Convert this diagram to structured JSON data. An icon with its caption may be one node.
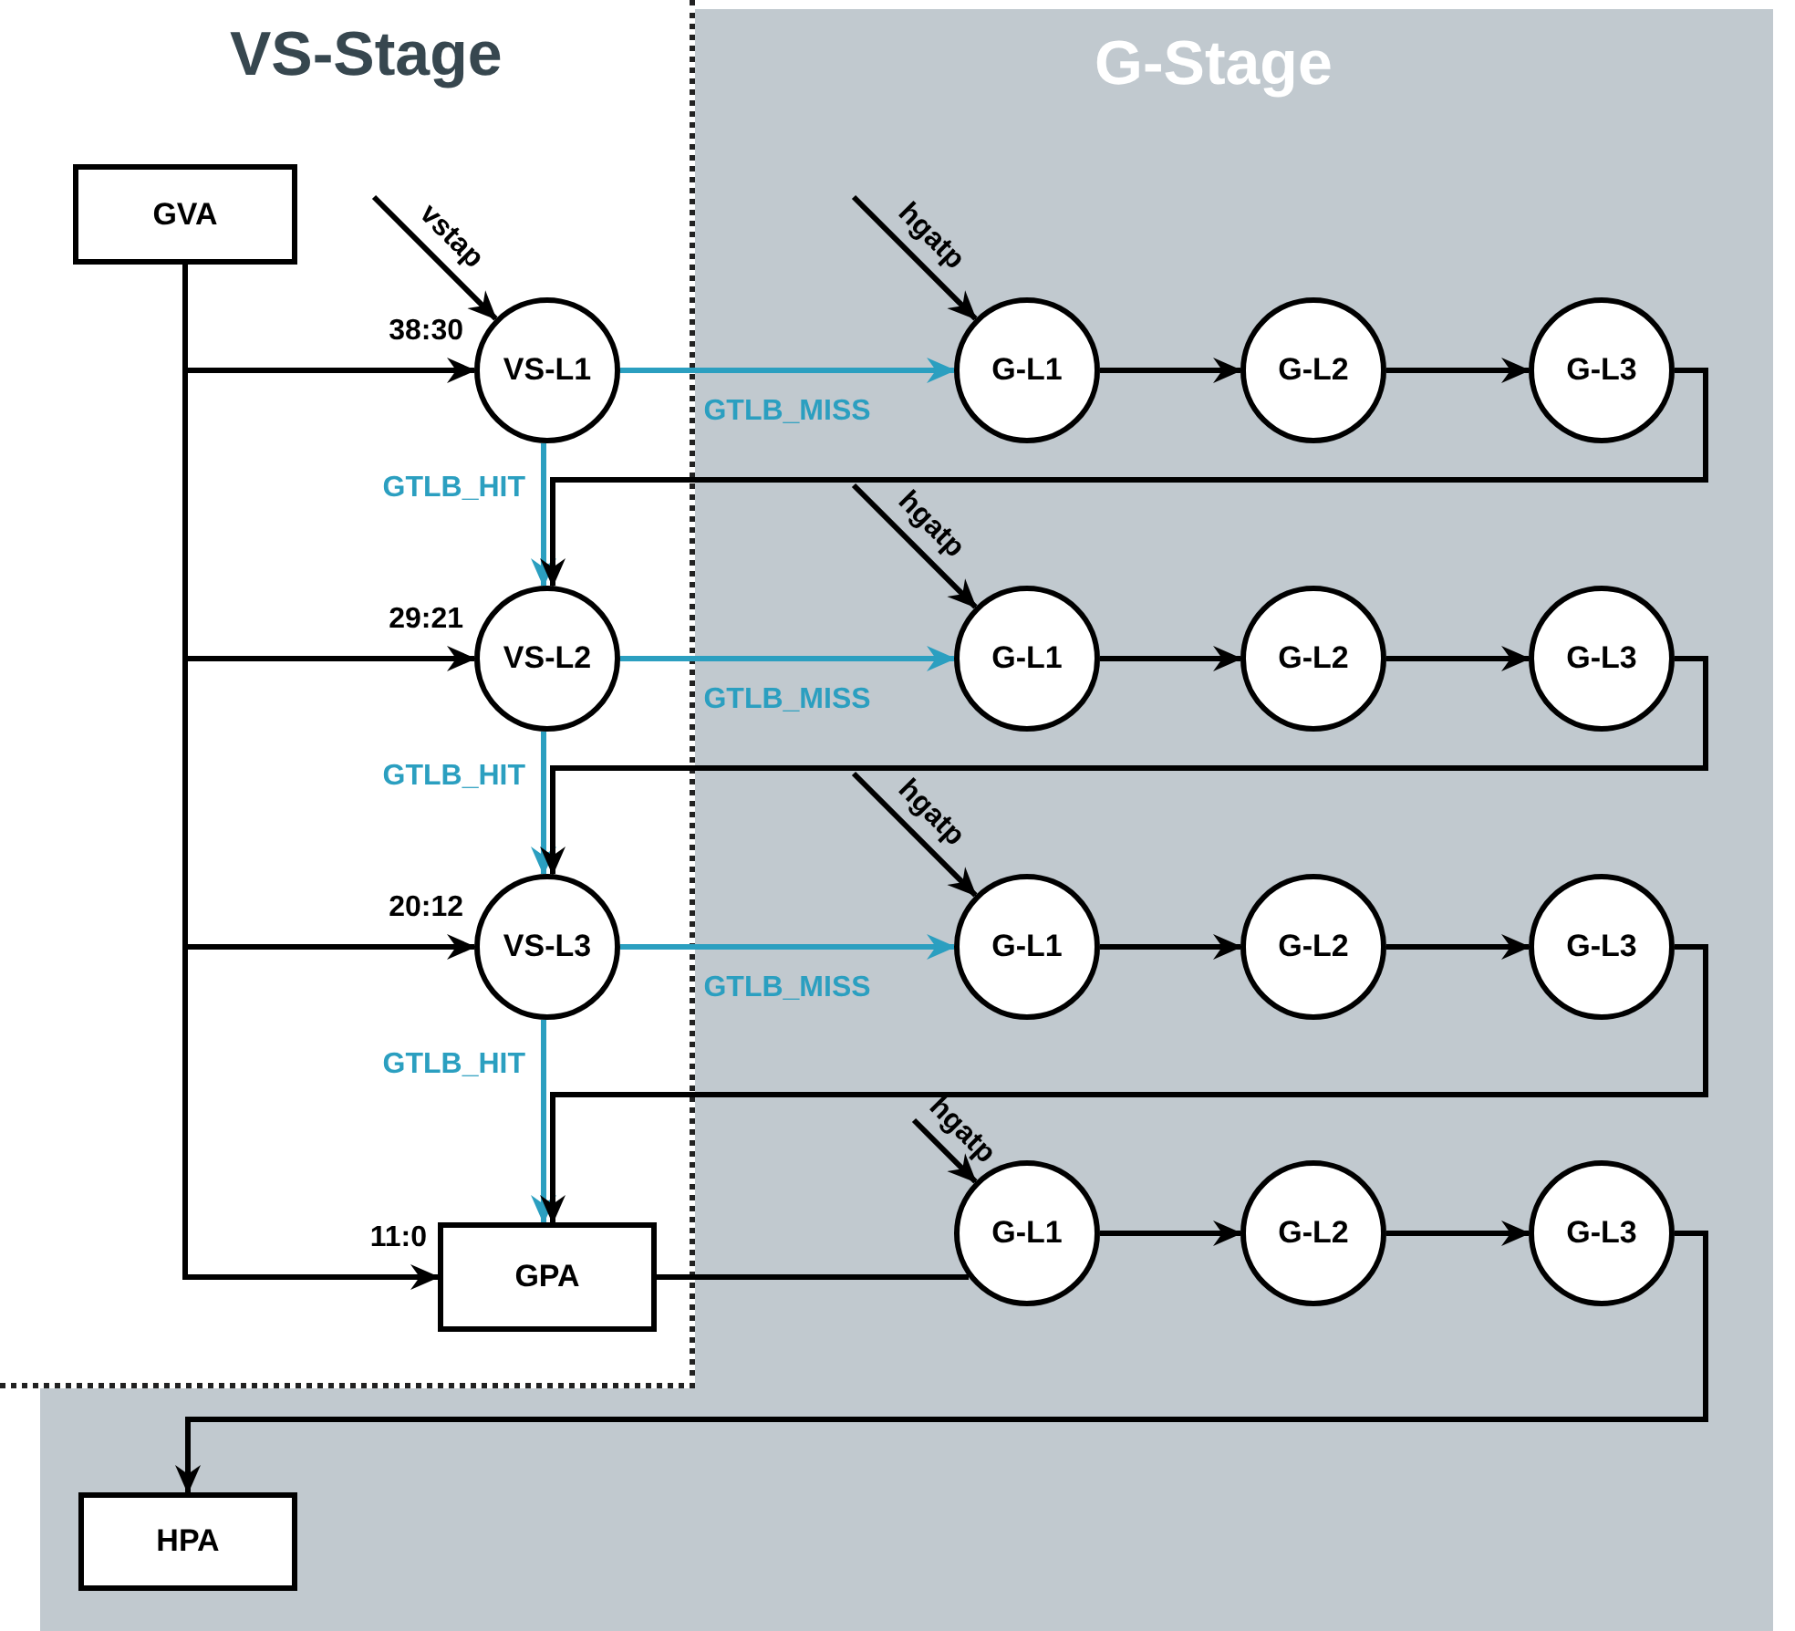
{
  "diagram": {
    "nodes": [
      {
        "text": [
          "VS-Stage"
        ]
      },
      {
        "text": [
          "G-Stage"
        ]
      },
      {
        "text": [
          "GVA"
        ],
        "in": 0
      },
      {
        "text": [
          "VS-L1"
        ],
        "in": 0
      },
      {
        "text": [
          "VS-L2"
        ],
        "in": 0
      },
      {
        "text": [
          "VS-L3"
        ],
        "in": 0
      },
      {
        "text": [
          "GPA"
        ],
        "in": 0
      },
      {
        "text": [
          "G-L1"
        ],
        "in": 1
      },
      {
        "text": [
          "G-L2"
        ],
        "in": 1
      },
      {
        "text": [
          "G-L3"
        ],
        "in": 1
      },
      {
        "text": [
          "G-L1"
        ],
        "in": 1
      },
      {
        "text": [
          "G-L2"
        ],
        "in": 1
      },
      {
        "text": [
          "G-L3"
        ],
        "in": 1
      },
      {
        "text": [
          "G-L1"
        ],
        "in": 1
      },
      {
        "text": [
          "G-L2"
        ],
        "in": 1
      },
      {
        "text": [
          "G-L3"
        ],
        "in": 1
      },
      {
        "text": [
          "G-L1"
        ],
        "in": 1
      },
      {
        "text": [
          "G-L2"
        ],
        "in": 1
      },
      {
        "text": [
          "G-L3"
        ],
        "in": 1
      },
      {
        "text": [
          "HPA"
        ],
        "in": 1
      }
    ],
    "edges": [
      {
        "from": 2,
        "to": 3,
        "arrow": "to",
        "label": "38:30"
      },
      {
        "from": null,
        "to": 3,
        "arrow": "to",
        "label": "vstap"
      },
      {
        "from": 3,
        "to": 7,
        "arrow": "to",
        "label": "GTLB_MISS",
        "color": "#2b9fc0"
      },
      {
        "from": 7,
        "to": 8,
        "arrow": "to"
      },
      {
        "from": 8,
        "to": 9,
        "arrow": "to"
      },
      {
        "from": null,
        "to": 7,
        "arrow": "to",
        "label": "hgatp"
      },
      {
        "from": 3,
        "to": 4,
        "arrow": "to",
        "label": "GTLB_HIT",
        "color": "#2b9fc0"
      },
      {
        "from": 9,
        "to": 4,
        "arrow": "to"
      },
      {
        "from": 2,
        "to": 4,
        "arrow": "to",
        "label": "29:21"
      },
      {
        "from": 4,
        "to": 10,
        "arrow": "to",
        "label": "GTLB_MISS",
        "color": "#2b9fc0"
      },
      {
        "from": 10,
        "to": 11,
        "arrow": "to"
      },
      {
        "from": 11,
        "to": 12,
        "arrow": "to"
      },
      {
        "from": null,
        "to": 10,
        "arrow": "to",
        "label": "hgatp"
      },
      {
        "from": 4,
        "to": 5,
        "arrow": "to",
        "label": "GTLB_HIT",
        "color": "#2b9fc0"
      },
      {
        "from": 12,
        "to": 5,
        "arrow": "to"
      },
      {
        "from": 2,
        "to": 5,
        "arrow": "to",
        "label": "20:12"
      },
      {
        "from": 5,
        "to": 13,
        "arrow": "to",
        "label": "GTLB_MISS",
        "color": "#2b9fc0"
      },
      {
        "from": 13,
        "to": 14,
        "arrow": "to"
      },
      {
        "from": 14,
        "to": 15,
        "arrow": "to"
      },
      {
        "from": null,
        "to": 13,
        "arrow": "to",
        "label": "hgatp"
      },
      {
        "from": 5,
        "to": 6,
        "arrow": "to",
        "label": "GTLB_HIT",
        "color": "#2b9fc0"
      },
      {
        "from": 15,
        "to": 6,
        "arrow": "to"
      },
      {
        "from": 2,
        "to": 6,
        "arrow": "to",
        "label": "11:0"
      },
      {
        "from": 6,
        "to": 16,
        "arrow": "none"
      },
      {
        "from": 16,
        "to": 17,
        "arrow": "to"
      },
      {
        "from": 17,
        "to": 18,
        "arrow": "to"
      },
      {
        "from": null,
        "to": 16,
        "arrow": "to",
        "label": "hgatp"
      },
      {
        "from": 18,
        "to": 19,
        "arrow": "to"
      }
    ]
  }
}
